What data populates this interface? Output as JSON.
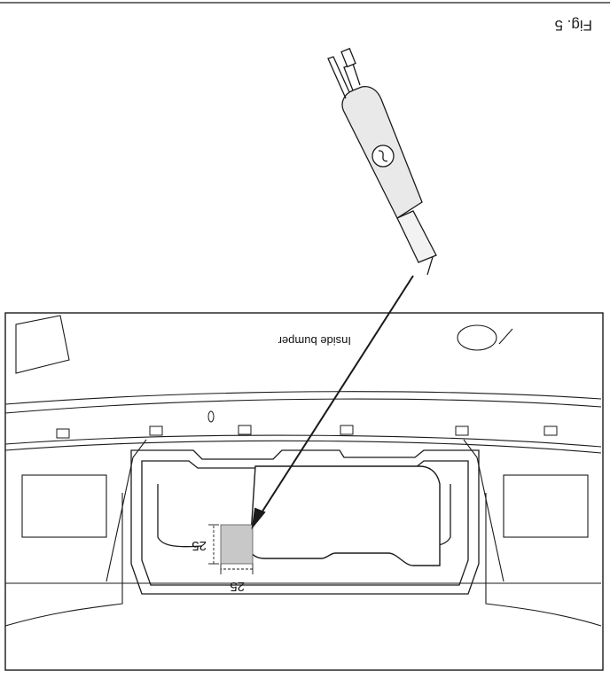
{
  "figure": {
    "label": "Fig. 5"
  },
  "callouts": {
    "inside_bumper": "Inside bumper"
  },
  "dimensions": {
    "horizontal": "25",
    "vertical": "25"
  },
  "colors": {
    "line": "#1a1a1a",
    "cut_area": "#c8c8c8",
    "background": "#ffffff"
  },
  "icons": {
    "tool": "air-saw-icon"
  }
}
